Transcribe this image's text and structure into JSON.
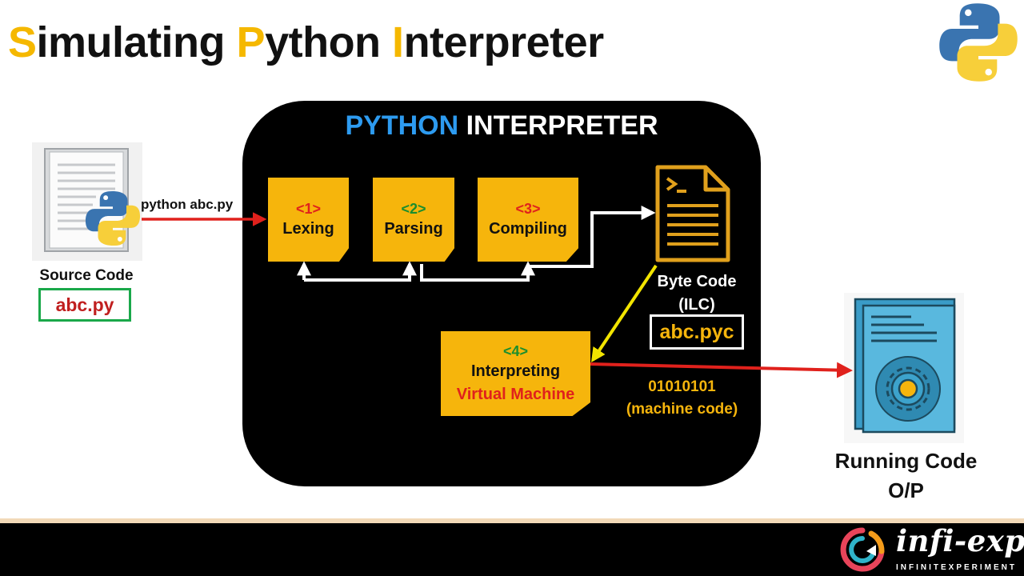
{
  "title": {
    "initial_1": "S",
    "rest_1": "imulating ",
    "initial_2": "P",
    "rest_2": "ython ",
    "initial_3": "I",
    "rest_3": "nterpreter"
  },
  "source": {
    "label": "Source Code",
    "filename": "abc.py",
    "command": "python abc.py"
  },
  "interpreter": {
    "title_part1": "PYTHON",
    "title_part2": "INTERPRETER",
    "stages": [
      {
        "num": "<1>",
        "name": "Lexing"
      },
      {
        "num": "<2>",
        "name": "Parsing"
      },
      {
        "num": "<3>",
        "name": "Compiling"
      },
      {
        "num": "<4>",
        "name": "Interpreting",
        "sub": "Virtual Machine"
      }
    ],
    "bytecode_label_1": "Byte Code",
    "bytecode_label_2": "(ILC)",
    "bytecode_file": "abc.pyc",
    "machine_code_1": "01010101",
    "machine_code_2": "(machine code)"
  },
  "output": {
    "label_1": "Running Code",
    "label_2": "O/P"
  },
  "brand": {
    "name": "infi-expi",
    "tagline": "INFINITEXPERIMENT"
  },
  "colors": {
    "title_highlight": "#f5b800",
    "stage_box": "#f6b50c",
    "arrow_red": "#e0211c",
    "arrow_yellow": "#f2e400",
    "interp_blue": "#2d9bf0",
    "source_box_border": "#1aa84a"
  }
}
